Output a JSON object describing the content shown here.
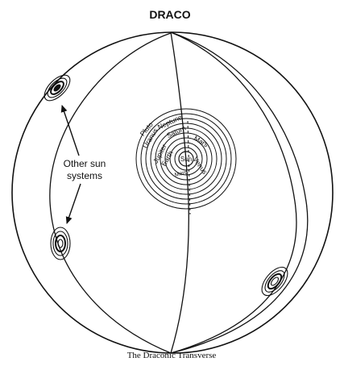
{
  "header": {
    "title": "DRACO"
  },
  "caption": "The Draconic Transverse",
  "annotation": {
    "line1": "Other sun",
    "line2": "systems"
  },
  "planets": {
    "sun": "Sun",
    "mercury": "Merc.",
    "venus": "Venus",
    "earth": "Earth",
    "mars": "Mars",
    "jupiter": "Jupiter",
    "saturn": "Saturn",
    "uranus": "Uranus",
    "neptune": "Neptune",
    "pluto": "Pluto"
  },
  "colors": {
    "ink": "#111111",
    "paper": "#ffffff"
  }
}
